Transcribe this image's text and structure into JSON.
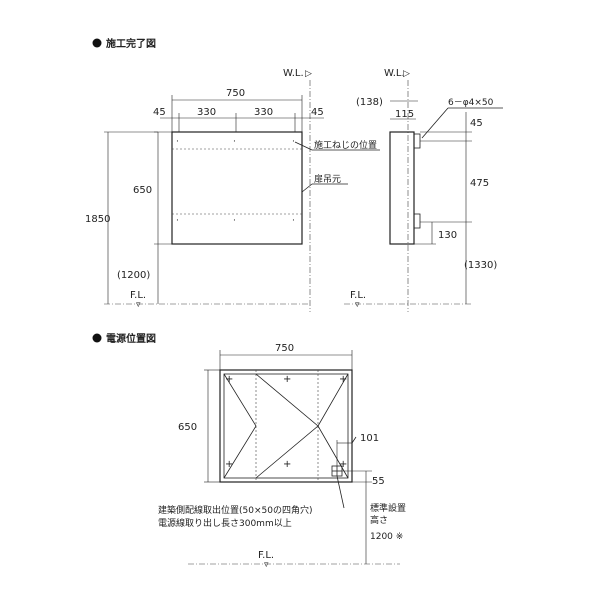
{
  "sections": {
    "installation_title": "施工完了図",
    "power_title": "電源位置図"
  },
  "front_view": {
    "wl_label": "W.L.",
    "width_total": "750",
    "left_margin": "45",
    "span_left": "330",
    "span_right": "330",
    "right_margin": "45",
    "height_cabinet": "650",
    "height_total": "1850",
    "height_bottom": "(1200)",
    "fl_label": "F.L.",
    "callout_screw": "施工ねじの位置",
    "callout_hinge": "扉吊元"
  },
  "side_view": {
    "wl_label": "W.L.",
    "depth_paren": "(138)",
    "depth": "115",
    "holes": "6－φ4×50",
    "top_offset": "45",
    "screw_spacing": "475",
    "bottom_offset": "130",
    "height_paren": "(1330)",
    "fl_label": "F.L."
  },
  "power_view": {
    "width": "750",
    "height": "650",
    "offset_side": "101",
    "offset_bottom": "55",
    "note_line1": "建築側配線取出位置(50×50の四角穴)",
    "note_line2": "電源線取り出し長さ300mm以上",
    "std_height_label1": "標準設置",
    "std_height_label2": "高さ",
    "std_height_value": "1200 ※",
    "fl_label": "F.L."
  }
}
